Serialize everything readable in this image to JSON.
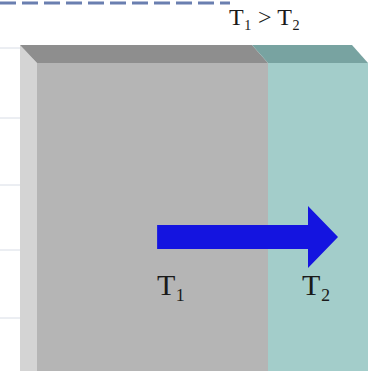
{
  "diagram": {
    "nodes": [
      {
        "text": [
          "T₁"
        ]
      },
      {
        "text": [
          "T₂"
        ]
      }
    ],
    "edges": [
      {
        "from": 0,
        "to": 1,
        "arrow": "to"
      }
    ],
    "labels": [
      "T₁ > T₂"
    ]
  }
}
